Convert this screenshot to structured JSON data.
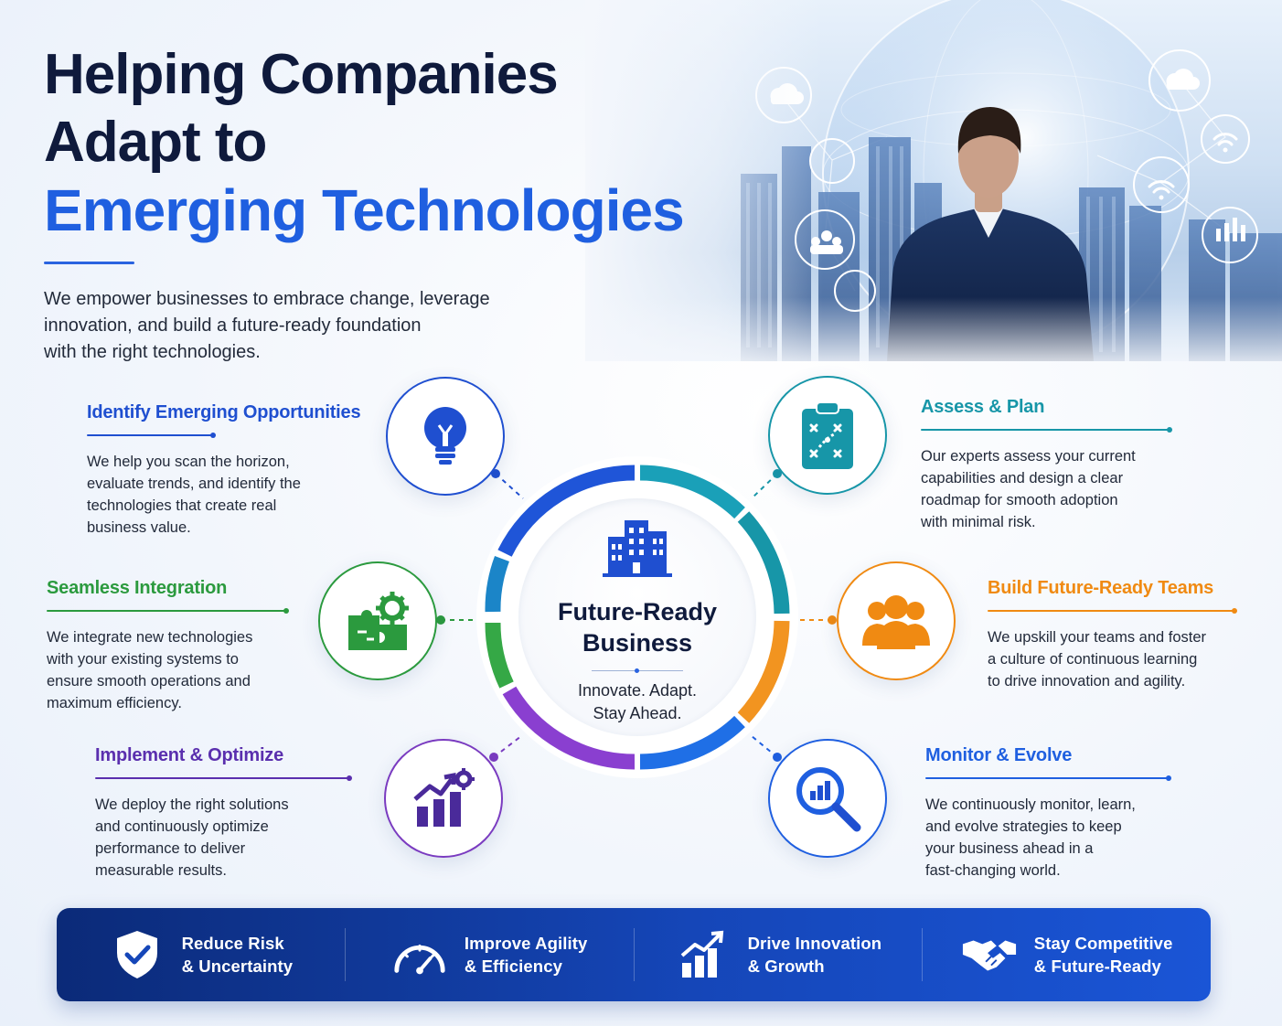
{
  "title": {
    "line1": "Helping Companies",
    "line2": "Adapt to",
    "line3": "Emerging Technologies"
  },
  "intro": {
    "line1": "We empower businesses to embrace change, leverage",
    "line2": "innovation, and build a future-ready foundation",
    "line3": "with the right technologies."
  },
  "hub": {
    "title_line1": "Future-Ready",
    "title_line2": "Business",
    "tagline_line1": "Innovate. Adapt.",
    "tagline_line2": "Stay Ahead."
  },
  "features": {
    "identify": {
      "title": "Identify Emerging Opportunities",
      "lines": [
        "We help you scan the horizon,",
        "evaluate trends, and identify the",
        "technologies that create real",
        "business value."
      ],
      "color": "#1f4fd0",
      "icon": "lightbulb-icon"
    },
    "integration": {
      "title": "Seamless Integration",
      "lines": [
        "We integrate new technologies",
        "with your existing systems to",
        "ensure smooth operations and",
        "maximum efficiency."
      ],
      "color": "#2b9a3e",
      "icon": "puzzle-gear-icon"
    },
    "implement": {
      "title": "Implement & Optimize",
      "lines": [
        "We deploy the right solutions",
        "and continuously optimize",
        "performance to deliver",
        "measurable results."
      ],
      "color": "#5a2fae",
      "icon": "growth-chart-gear-icon"
    },
    "assess": {
      "title": "Assess & Plan",
      "lines": [
        "Our experts assess your current",
        "capabilities and design a clear",
        "roadmap for smooth adoption",
        "with minimal risk."
      ],
      "color": "#1796a8",
      "icon": "clipboard-plan-icon"
    },
    "teams": {
      "title": "Build Future-Ready Teams",
      "lines": [
        "We upskill your teams and foster",
        "a culture of continuous learning",
        "to drive innovation and agility."
      ],
      "color": "#f08a12",
      "icon": "team-icon"
    },
    "monitor": {
      "title": "Monitor & Evolve",
      "lines": [
        "We continuously monitor, learn,",
        "and evolve strategies to keep",
        "your business ahead in a",
        "fast-changing world."
      ],
      "color": "#1f5fe0",
      "icon": "magnifier-chart-icon"
    }
  },
  "benefits": [
    {
      "line1": "Reduce Risk",
      "line2": "& Uncertainty",
      "icon": "shield-check-icon"
    },
    {
      "line1": "Improve Agility",
      "line2": "& Efficiency",
      "icon": "speedometer-icon"
    },
    {
      "line1": "Drive Innovation",
      "line2": "& Growth",
      "icon": "growth-arrow-icon"
    },
    {
      "line1": "Stay Competitive",
      "line2": "& Future-Ready",
      "icon": "handshake-icon"
    }
  ],
  "colors": {
    "brand_blue": "#1f5fe0",
    "navy": "#0f1a3c",
    "bar_start": "#0b2a78",
    "bar_end": "#1a55d6"
  }
}
